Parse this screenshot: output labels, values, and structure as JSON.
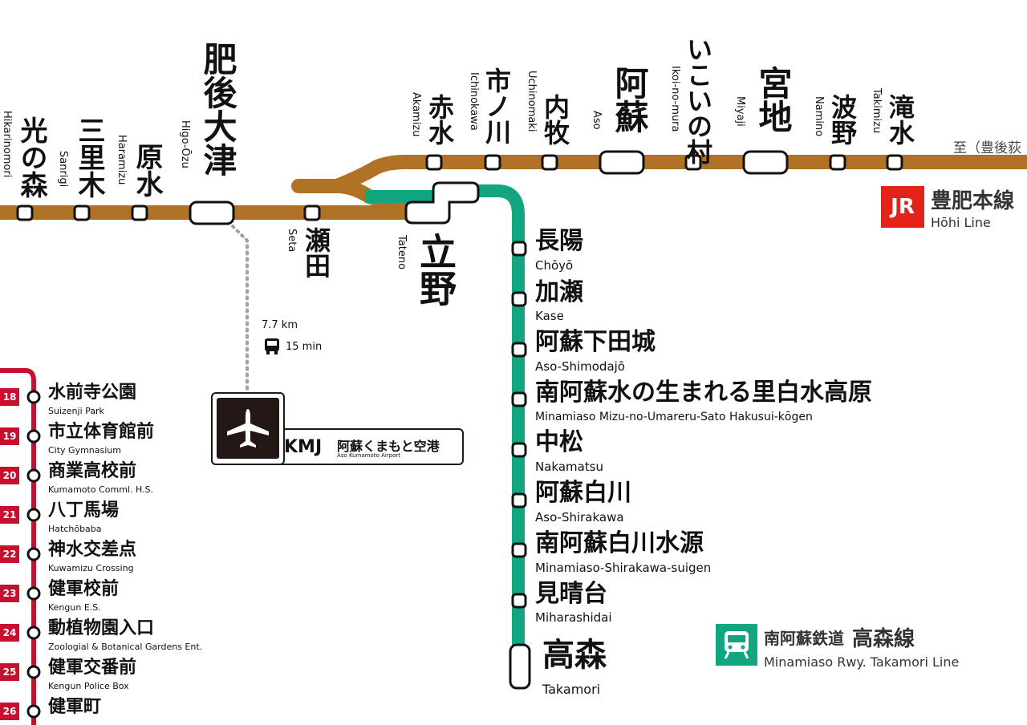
{
  "colors": {
    "hohi_line": "#b07326",
    "takamori_line": "#13a480",
    "tram_line": "#c8102e",
    "jr_logo": "#e2231a",
    "airport": "#231815",
    "dotted_path": "#a0a0a0"
  },
  "hohi_stations": [
    {
      "jp": "光の森",
      "ro": "Hikarinomori"
    },
    {
      "jp": "三里木",
      "ro": "Sanrigi"
    },
    {
      "jp": "原水",
      "ro": "Haramizu"
    },
    {
      "jp": "肥後大津",
      "ro": "Higo-Ōzu"
    },
    {
      "jp": "瀬田",
      "ro": "Seta"
    },
    {
      "jp": "立野",
      "ro": "Tateno"
    },
    {
      "jp": "赤水",
      "ro": "Akamizu"
    },
    {
      "jp": "市ノ川",
      "ro": "Ichinokawa"
    },
    {
      "jp": "内牧",
      "ro": "Uchinomaki"
    },
    {
      "jp": "阿蘇",
      "ro": "Aso"
    },
    {
      "jp": "いこいの村",
      "ro": "Ikoi-no-mura"
    },
    {
      "jp": "宮地",
      "ro": "Miyaji"
    },
    {
      "jp": "波野",
      "ro": "Namino"
    },
    {
      "jp": "滝水",
      "ro": "Takimizu"
    }
  ],
  "hohi_direction": "至（豊後荻",
  "jr_legend": {
    "logo": "JR",
    "jp": "豊肥本線",
    "ro": "Hōhi Line"
  },
  "takamori_stations": [
    {
      "jp": "長陽",
      "ro": "Chōyō"
    },
    {
      "jp": "加瀬",
      "ro": "Kase"
    },
    {
      "jp": "阿蘇下田城",
      "ro": "Aso-Shimodajō"
    },
    {
      "jp": "南阿蘇水の生まれる里白水高原",
      "ro": "Minamiaso Mizu-no-Umareru-Sato Hakusui-kōgen"
    },
    {
      "jp": "中松",
      "ro": "Nakamatsu"
    },
    {
      "jp": "阿蘇白川",
      "ro": "Aso-Shirakawa"
    },
    {
      "jp": "南阿蘇白川水源",
      "ro": "Minamiaso-Shirakawa-suigen"
    },
    {
      "jp": "見晴台",
      "ro": "Miharashidai"
    },
    {
      "jp": "高森",
      "ro": "Takamori"
    }
  ],
  "takamori_legend": {
    "jp_small": "南阿蘇鉄道",
    "jp_big": "高森線",
    "ro": "Minamiaso Rwy. Takamori Line",
    "icon": "train-icon"
  },
  "airport": {
    "code": "KMJ",
    "jp": "阿蘇くまもと空港",
    "ro": "Aso Kumamoto Airport",
    "distance": "7.7 km",
    "time": "15 min",
    "icon": "airplane-icon",
    "bus_icon": "bus-icon"
  },
  "tram_stations": [
    {
      "num": "18",
      "jp": "水前寺公園",
      "ro": "Suizenji Park"
    },
    {
      "num": "19",
      "jp": "市立体育館前",
      "ro": "City Gymnasium"
    },
    {
      "num": "20",
      "jp": "商業高校前",
      "ro": "Kumamoto Comml. H.S."
    },
    {
      "num": "21",
      "jp": "八丁馬場",
      "ro": "Hatchōbaba"
    },
    {
      "num": "22",
      "jp": "神水交差点",
      "ro": "Kuwamizu Crossing"
    },
    {
      "num": "23",
      "jp": "健軍校前",
      "ro": "Kengun E.S."
    },
    {
      "num": "24",
      "jp": "動植物園入口",
      "ro": "Zoologial & Botanical Gardens Ent."
    },
    {
      "num": "25",
      "jp": "健軍交番前",
      "ro": "Kengun Police Box"
    },
    {
      "num": "26",
      "jp": "健軍町",
      "ro": ""
    }
  ]
}
